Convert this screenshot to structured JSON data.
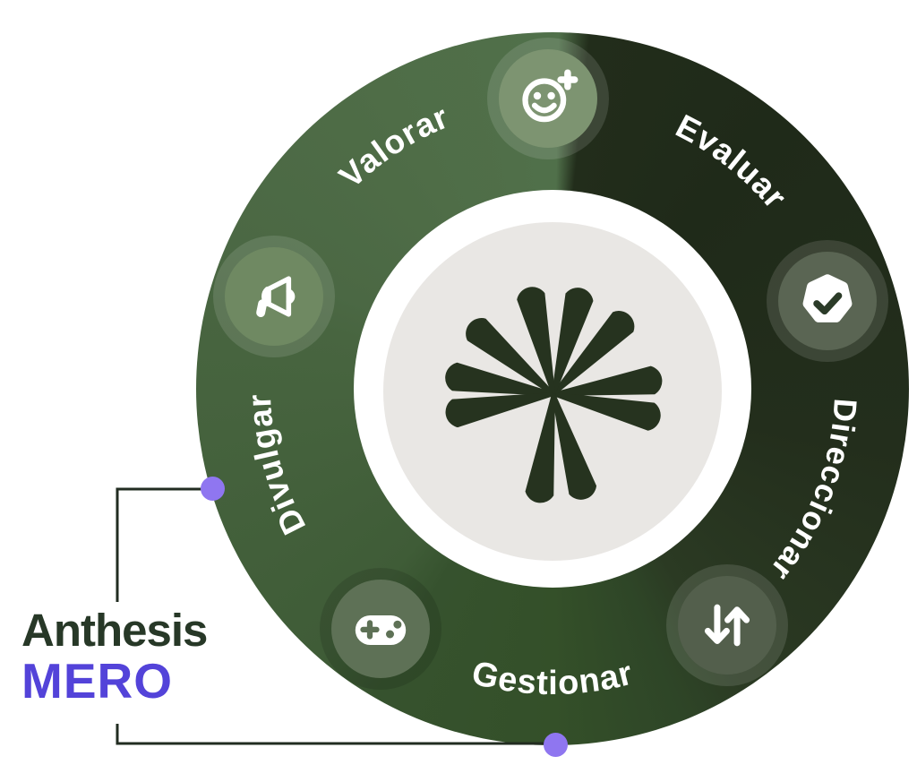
{
  "brand": {
    "company": "Anthesis",
    "product": "MERO"
  },
  "ring": {
    "labels": [
      {
        "id": "valorar",
        "text": "Valorar"
      },
      {
        "id": "evaluar",
        "text": "Evaluar"
      },
      {
        "id": "direccionar",
        "text": "Direccionar"
      },
      {
        "id": "gestionar",
        "text": "Gestionar"
      },
      {
        "id": "divulgar",
        "text": "Divulgar"
      }
    ],
    "icons": [
      {
        "id": "smiley-plus",
        "meaning": "Valorar"
      },
      {
        "id": "check-seal",
        "meaning": "Evaluar"
      },
      {
        "id": "arrows-up-down",
        "meaning": "Direccionar"
      },
      {
        "id": "game-controller",
        "meaning": "Gestionar"
      },
      {
        "id": "megaphone",
        "meaning": "Divulgar"
      }
    ],
    "colors": {
      "segment_dark": "#232e1c",
      "segment_gestionar": "#345029",
      "segment_divulgar": "#44613c",
      "segment_valorar": "#4f6d47",
      "center_circle": "#e9e7e4",
      "logo_petals": "#26331f",
      "label_text": "#ffffff"
    }
  },
  "connector": {
    "dot_color": "#8f76f0",
    "line_color": "#222c21"
  },
  "brand_colors": {
    "company_text": "#273827",
    "product_text": "#5343d9"
  }
}
